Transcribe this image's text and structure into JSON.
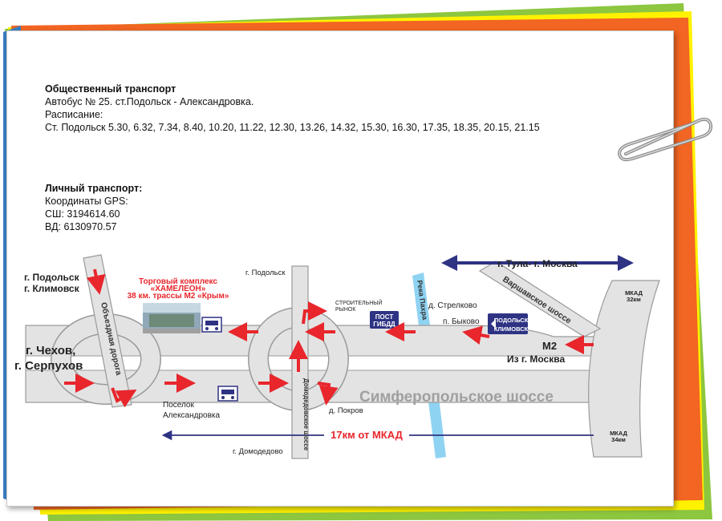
{
  "public_transport": {
    "heading": "Общественный транспорт",
    "bus_line": "Автобус № 25. ст.Подольск - Александровка.",
    "schedule_label": "Расписание:",
    "schedule": "Ст. Подольск 5.30, 6.32, 7.34, 8.40, 10.20, 11.22, 12.30, 13.26, 14.32, 15.30, 16.30, 17.35, 18.35, 20.15, 21.15"
  },
  "private_transport": {
    "heading": "Личный транспорт:",
    "gps_label": "Координаты GPS:",
    "north": " СШ: 3194614.60",
    "east": " ВД: 6130970.57"
  },
  "map": {
    "podolsk_klimovsk_top": "г. Подольск",
    "klimovsk": "г. Климовск",
    "bypass_road": "Объездная дорога",
    "chekhov": "г. Чехов,",
    "serpukhov": "г. Серпухов",
    "mall_title": "Торговый комплекс",
    "mall_name": "«ХАМЕЛЕОН»",
    "mall_km": "38 км. трассы М2 «Крым»",
    "podolsk": "г. Подольск",
    "domodedovo_road": "Домодедовское шоссе",
    "building_market_1": "СТРОИТЕЛЬНЫЙ",
    "building_market_2": "РЫНОК",
    "gibdd_1": "ПОСТ",
    "gibdd_2": "ГИБДД",
    "river": "Река Пахра",
    "strelkovo": "д. Стрелково",
    "bykovo": "п. Быково",
    "sign_podolsk": "ПОДОЛЬСК",
    "sign_klimovsk": "КЛИМОВСК",
    "tula_moscow": "г. Тула- г. Москва",
    "varshavskoe": "Варшавское шоссе",
    "mkad_32": "МКАД",
    "mkad_32_km": "32км",
    "m2": "М2",
    "from_moscow": "Из г. Москва",
    "simferopol": "Симферопольское шоссе",
    "pokrov": "д. Покров",
    "alexandrovka_1": "Поселок",
    "alexandrovka_2": "Александровка",
    "distance": "17км от МКАД",
    "domodedovo": "г. Домодедово",
    "mkad_34": "МКАД",
    "mkad_34_km": "34км"
  },
  "colors": {
    "road": "#e3e3e3",
    "road_edge": "#9a9a9a",
    "arrow_red": "#e8262c",
    "navy": "#2e3383",
    "river": "#8fd3f2",
    "orange": "#f26522",
    "yellow": "#fff200",
    "green": "#8dc63f",
    "blue_strip": "#3b7fc4"
  },
  "icons": [
    "bus-icon",
    "building-photo",
    "paperclip-icon"
  ]
}
